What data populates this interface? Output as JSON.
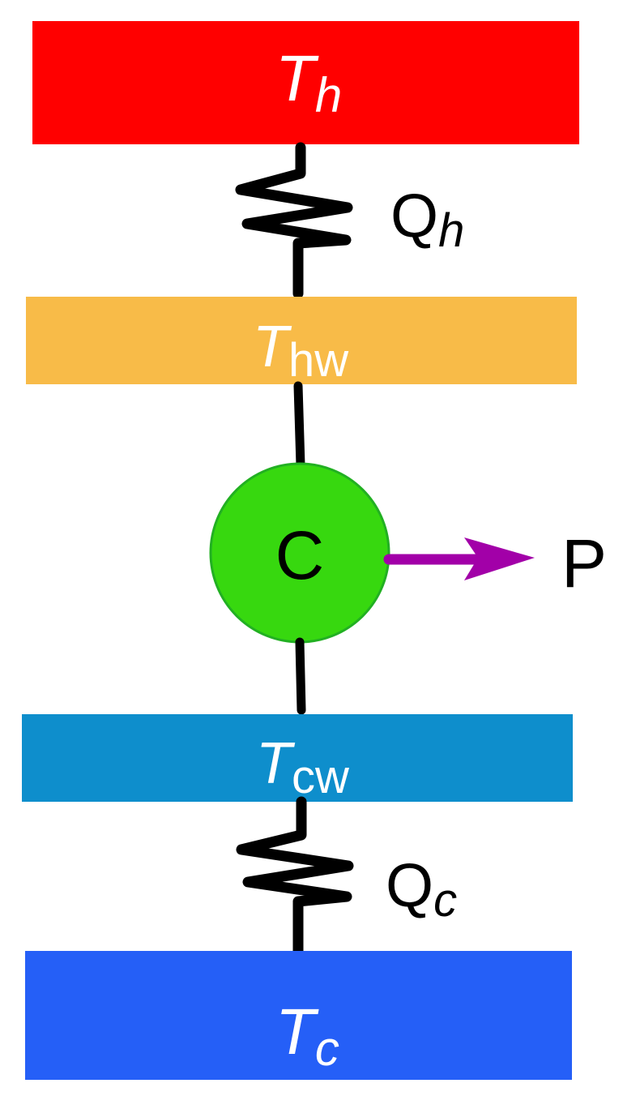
{
  "colors": {
    "hot_reservoir": "#ff0000",
    "hot_wall": "#f8bb48",
    "cold_wall": "#0e8ecc",
    "cold_reservoir": "#255ff7",
    "engine_fill": "#37d80f",
    "engine_stroke": "#22b022",
    "power_arrow": "#a200a8",
    "wire": "#000000"
  },
  "labels": {
    "hot_reservoir": {
      "main": "T",
      "sub": "h"
    },
    "hot_wall": {
      "main": "T",
      "sub": "hw"
    },
    "cold_wall": {
      "main": "T",
      "sub": "cw"
    },
    "cold_reservoir": {
      "main": "T",
      "sub": "c"
    },
    "hot_heat_flow": {
      "main": "Q",
      "sub": "h"
    },
    "cold_heat_flow": {
      "main": "Q",
      "sub": "c"
    },
    "engine": "C",
    "power": "P"
  },
  "icons": {
    "hot_resistor": "resistor-zigzag-icon",
    "cold_resistor": "resistor-zigzag-icon",
    "power_arrow": "right-arrow-icon"
  }
}
